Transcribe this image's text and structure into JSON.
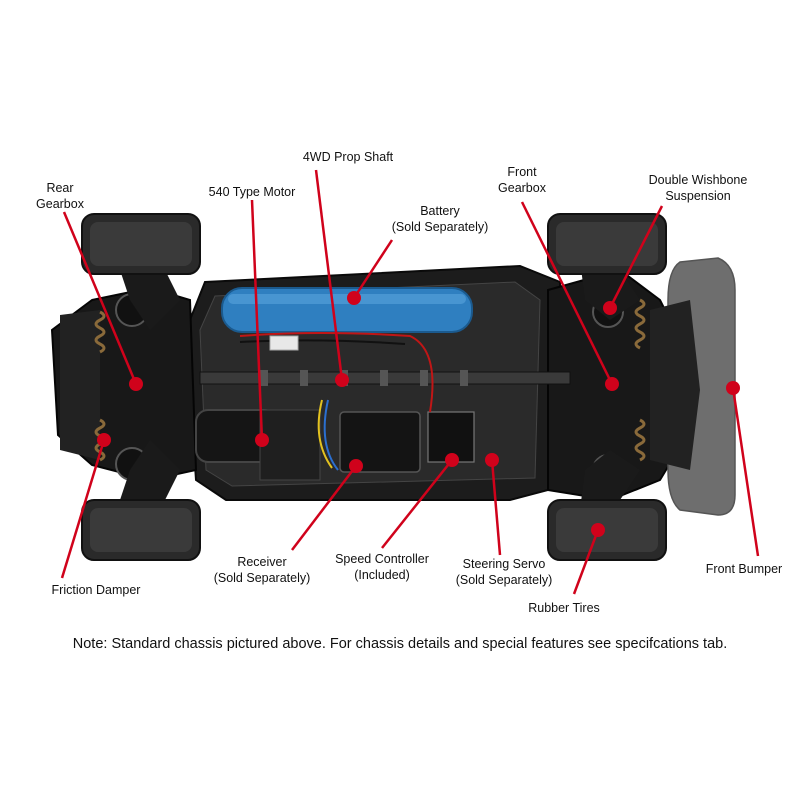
{
  "labels": {
    "rear_gearbox": [
      "Rear",
      "Gearbox"
    ],
    "motor": [
      "540 Type Motor"
    ],
    "prop_shaft": [
      "4WD Prop Shaft"
    ],
    "battery": [
      "Battery",
      "(Sold Separately)"
    ],
    "front_gearbox": [
      "Front",
      "Gearbox"
    ],
    "suspension": [
      "Double Wishbone",
      "Suspension"
    ],
    "friction_damper": [
      "Friction Damper"
    ],
    "receiver": [
      "Receiver",
      "(Sold Separately)"
    ],
    "speed_controller": [
      "Speed Controller",
      "(Included)"
    ],
    "steering_servo": [
      "Steering Servo",
      "(Sold Separately)"
    ],
    "rubber_tires": [
      "Rubber Tires"
    ],
    "front_bumper": [
      "Front Bumper"
    ]
  },
  "note": "Note: Standard chassis pictured above. For chassis details and special features see specifcations tab.",
  "colors": {
    "callout": "#d0021b",
    "chassis": "#1c1c1c",
    "battery": "#2f7fc0",
    "bumper": "#6e6e6e"
  }
}
